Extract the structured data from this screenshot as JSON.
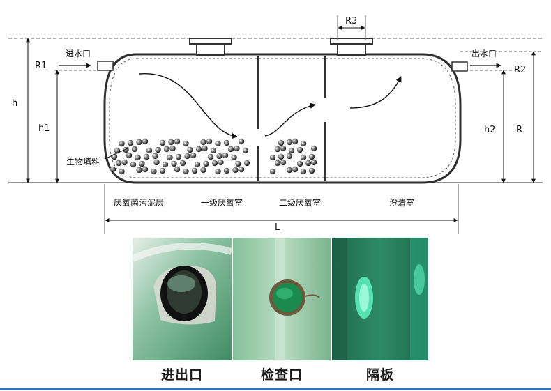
{
  "diagram": {
    "labels": {
      "inlet": "进水口",
      "outlet": "出水口",
      "bio_filler": "生物填料",
      "sludge_layer": "厌氧菌污泥层",
      "chamber_1": "一级厌氧室",
      "chamber_2": "二级厌氧室",
      "clarifier": "澄清室"
    },
    "dimensions": {
      "r1": "R1",
      "r2": "R2",
      "r3": "R3",
      "h": "h",
      "h1": "h1",
      "h2": "h2",
      "r": "R",
      "l": "L"
    }
  },
  "photos": [
    {
      "caption": "进出口",
      "icon": "inlet-outlet-pipe-photo"
    },
    {
      "caption": "检查口",
      "icon": "inspection-port-photo"
    },
    {
      "caption": "隔板",
      "icon": "partition-board-photo"
    }
  ],
  "colors": {
    "tank_outline": "#333333",
    "fiberglass_green": "#6fae8c",
    "accent_blue": "#2c74c9"
  }
}
